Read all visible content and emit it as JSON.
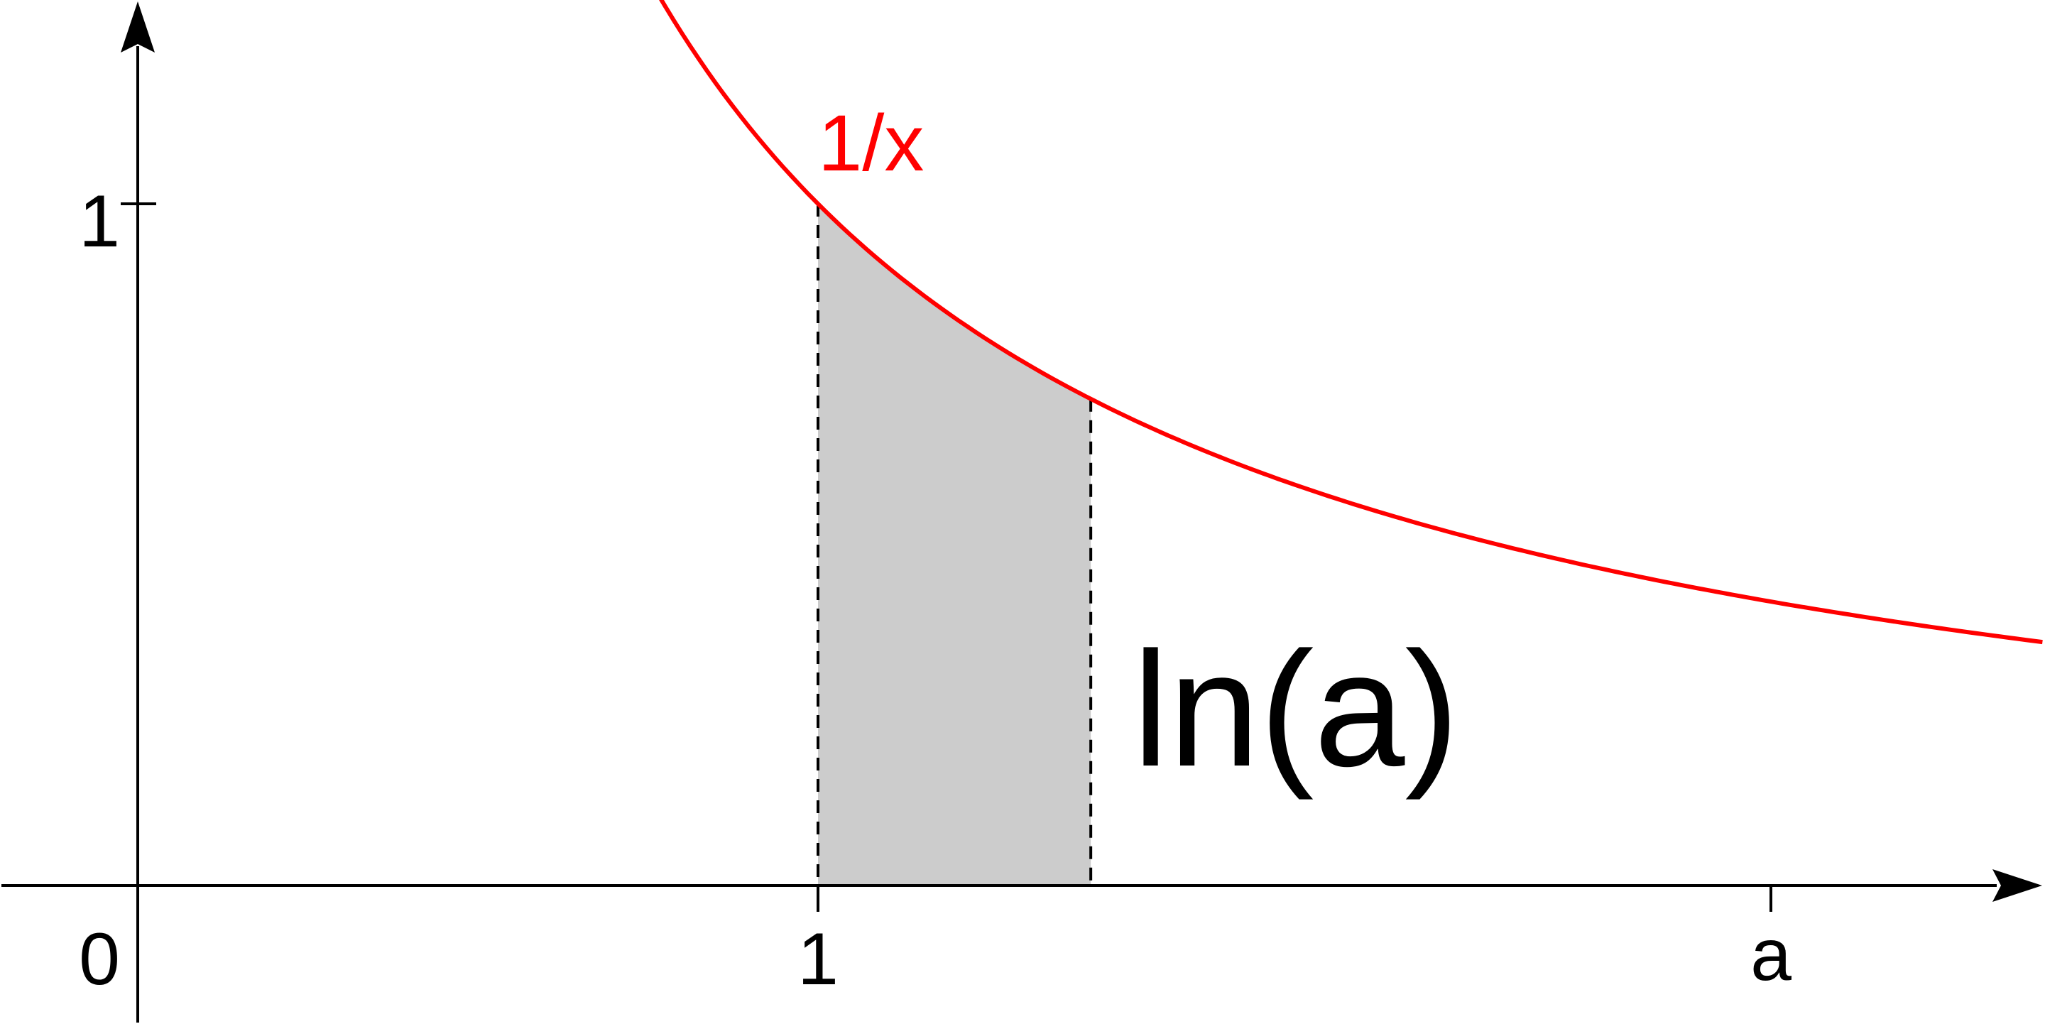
{
  "diagram": {
    "function_label": "1/x",
    "area_label": "ln(a)",
    "origin_label": "0",
    "x_tick_one_label": "1",
    "x_tick_a_label": "a",
    "y_tick_one_label": "1"
  },
  "colors": {
    "curve": "#ff0000",
    "shaded_area": "#cccccc",
    "axis": "#000000",
    "background": "#ffffff"
  }
}
